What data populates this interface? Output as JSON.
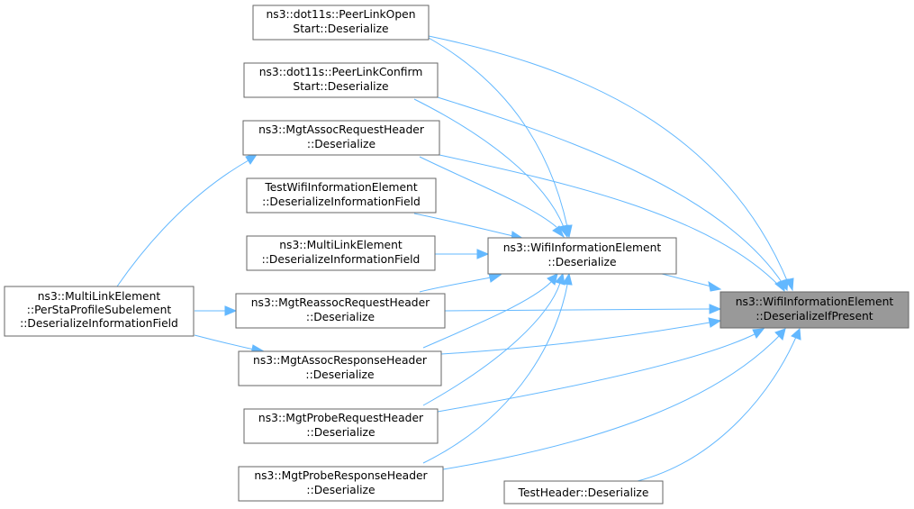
{
  "diagram": {
    "colors": {
      "edge": "#63b8ff",
      "node_border": "#666666",
      "target_fill": "#999999"
    },
    "nodes": {
      "peerlinkopen": [
        "ns3::dot11s::PeerLinkOpen",
        "Start::Deserialize"
      ],
      "peerlinkconfirm": [
        "ns3::dot11s::PeerLinkConfirm",
        "Start::Deserialize"
      ],
      "assocrequest": [
        "ns3::MgtAssocRequestHeader",
        "::Deserialize"
      ],
      "testwifiinfo": [
        "TestWifiInformationElement",
        "::DeserializeInformationField"
      ],
      "multilink": [
        "ns3::MultiLinkElement",
        "::DeserializeInformationField"
      ],
      "reassocrequest": [
        "ns3::MgtReassocRequestHeader",
        "::Deserialize"
      ],
      "assocresponse": [
        "ns3::MgtAssocResponseHeader",
        "::Deserialize"
      ],
      "proberequest": [
        "ns3::MgtProbeRequestHeader",
        "::Deserialize"
      ],
      "proberesponse": [
        "ns3::MgtProbeResponseHeader",
        "::Deserialize"
      ],
      "testheader": [
        "TestHeader::Deserialize"
      ],
      "wifiinfo": [
        "ns3::WifiInformationElement",
        "::Deserialize"
      ],
      "perstaprofile": [
        "ns3::MultiLinkElement",
        "::PerStaProfileSubelement",
        "::DeserializeInformationField"
      ],
      "target": [
        "ns3::WifiInformationElement",
        "::DeserializeIfPresent"
      ]
    }
  }
}
